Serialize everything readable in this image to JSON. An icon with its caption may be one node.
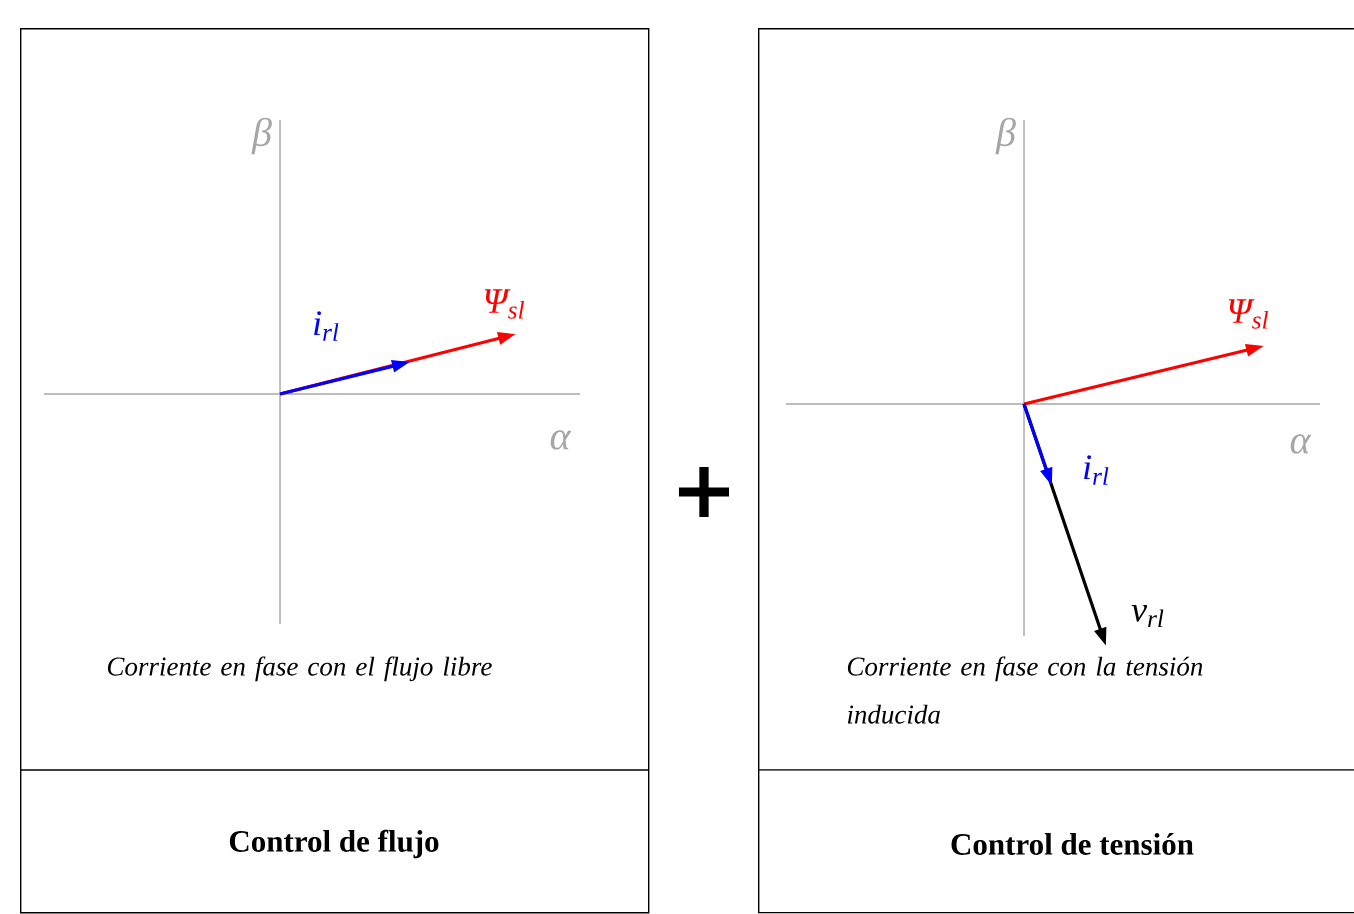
{
  "diagram": {
    "nodes": [
      {
        "text": [
          "Corriente en fase con el flujo libre",
          "Control de flujo"
        ]
      },
      {
        "text": [
          "Corriente en fase con la tensión inducida",
          "Control de tensión"
        ]
      }
    ],
    "edges": [],
    "labels": [
      "β",
      "Ψ$_{sl}$",
      "i$_{rl}$",
      "α",
      "+",
      "β",
      "Ψ$_{sl}$",
      "α",
      "i$_{rl}$",
      "v$_{rl}$"
    ]
  }
}
